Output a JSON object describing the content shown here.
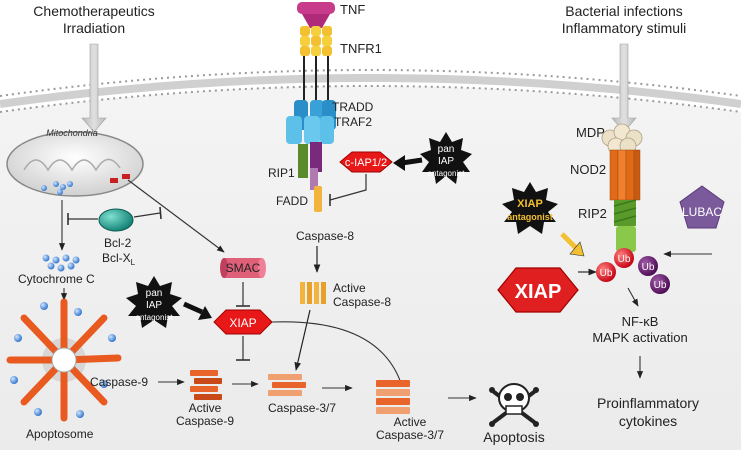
{
  "stimuli": {
    "left_line1": "Chemotherapeutics",
    "left_line2": "Irradiation",
    "right_line1": "Bacterial infections",
    "right_line2": "Inflammatory  stimuli"
  },
  "receptor": {
    "tnf": "TNF",
    "tnfr1": "TNFR1",
    "tradd": "TRADD",
    "traf2": "TRAF2",
    "rip1": "RIP1",
    "fadd": "FADD",
    "ciap": "c-IAP1/2",
    "caspase8": "Caspase-8",
    "active_caspase8_line1": "Active",
    "active_caspase8_line2": "Caspase-8"
  },
  "pan_antagonist_top": {
    "line1": "pan",
    "line2": "IAP",
    "line3": "antagonist"
  },
  "pan_antagonist_mid": {
    "line1": "pan",
    "line2": "IAP",
    "line3": "antagonist"
  },
  "mito": {
    "label": "Mitochondria",
    "bcl2": "Bcl-2",
    "bclxl": "Bcl-X",
    "bclxl_sub": "L",
    "cytochrome": "Cytochrome C",
    "smac": "SMAC",
    "xiap": "XIAP",
    "apoptosome": "Apoptosome",
    "caspase9": "Caspase-9",
    "active_caspase9_line1": "Active",
    "active_caspase9_line2": "Caspase-9",
    "caspase37": "Caspase-3/7",
    "active_caspase37_line1": "Active",
    "active_caspase37_line2": "Caspase-3/7",
    "apoptosis": "Apoptosis"
  },
  "nod": {
    "mdp": "MDP",
    "nod2": "NOD2",
    "rip2": "RIP2",
    "lubac": "LUBAC",
    "xiap_antagonist_line1": "XIAP",
    "xiap_antagonist_line2": "antagonist",
    "xiap": "XIAP",
    "ub": "Ub",
    "nfkb": "NF-κB",
    "mapk": "MAPK activation",
    "cytokines_line1": "Proinflammatory",
    "cytokines_line2": "cytokines"
  },
  "colors": {
    "xiap_red": "#e02020",
    "ub_red": "#e8101a",
    "ub_purple": "#5a0b5e",
    "lubac_purple": "#7a5a9a",
    "caspase_orange": "#e8642a",
    "caspase8_yellow": "#f2b43c",
    "smac_pink": "#e0607a",
    "nod2_orange": "#e06a18",
    "rip2_green": "#7ab43c"
  }
}
